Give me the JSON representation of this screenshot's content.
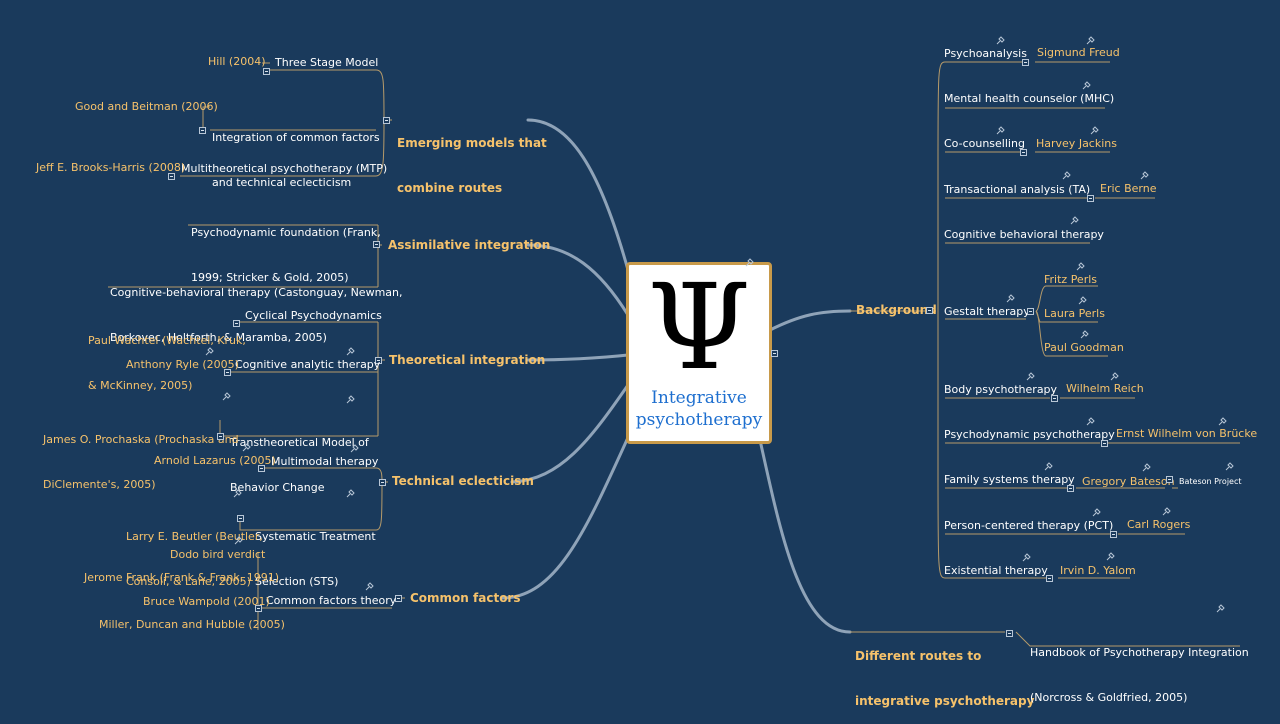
{
  "center": {
    "symbol": "Ψ",
    "title_line1": "Integrative",
    "title_line2": "psychotherapy"
  },
  "left": {
    "emerging": {
      "label_line1": "Emerging models that",
      "label_line2": "combine routes",
      "three_stage": "Three Stage Model",
      "hill": "Hill (2004)",
      "integration_line1": "Integration of common factors",
      "integration_line2": "and technical eclecticism",
      "good_beitman": "Good and Beitman (2006)",
      "mtp": "Multitheoretical psychotherapy (MTP)",
      "brooks_harris": "Jeff E. Brooks-Harris (2008)"
    },
    "assimilative": {
      "label": "Assimilative integration",
      "psychodynamic_line1": "Psychodynamic foundation (Frank,",
      "psychodynamic_line2": "1999; Stricker & Gold, 2005)",
      "cbt_line1": "Cognitive-behavioral therapy (Castonguay, Newman,",
      "cbt_line2": "Borkovec, Holtforth, & Maramba, 2005)"
    },
    "theoretical": {
      "label": "Theoretical integration",
      "cyclical": "Cyclical Psychodynamics",
      "wachtel_line1": "Paul Wachtel (Wachtel, Kruk,",
      "wachtel_line2": "& McKinney, 2005)",
      "cat": "Cognitive analytic therapy",
      "ryle": "Anthony Ryle (2005)",
      "ttm_line1": "Transtheoretical Model of",
      "ttm_line2": "Behavior Change",
      "prochaska_line1": "James O. Prochaska (Prochaska and",
      "prochaska_line2": "DiClemente's, 2005)"
    },
    "technical": {
      "label": "Technical eclecticism",
      "multimodal": "Multimodal therapy",
      "lazarus": "Arnold Lazarus (2005)",
      "sts_line1": "Systematic Treatment",
      "sts_line2": "Selection (STS)",
      "beutler_line1": "Larry E. Beutler (Beutler,",
      "beutler_line2": "Consoli, & Lane, 2005)"
    },
    "common": {
      "label": "Common factors",
      "theory": "Common factors theory",
      "dodo": "Dodo bird verdict",
      "jerome": "Jerome Frank (Frank & Frank, 1991)",
      "wampold": "Bruce Wampold (2001)",
      "miller": "Miller, Duncan and Hubble (2005)"
    }
  },
  "right": {
    "background": {
      "label": "Background",
      "psychoanalysis": "Psychoanalysis",
      "freud": "Sigmund Freud",
      "mhc": "Mental health counselor (MHC)",
      "cocounselling": "Co-counselling",
      "jackins": "Harvey Jackins",
      "ta": "Transactional analysis (TA)",
      "berne": "Eric Berne",
      "cbt": "Cognitive behavioral therapy",
      "gestalt": "Gestalt therapy",
      "fritz": "Fritz Perls",
      "laura": "Laura Perls",
      "goodman": "Paul Goodman",
      "body": "Body psychotherapy",
      "reich": "Wilhelm Reich",
      "psychodynamic": "Psychodynamic psychotherapy",
      "brucke": "Ernst Wilhelm von Brücke",
      "family": "Family systems therapy",
      "bateson": "Gregory Bateson",
      "bateson_project": "Bateson Project",
      "pct": "Person-centered therapy (PCT)",
      "rogers": "Carl Rogers",
      "existential": "Existential therapy",
      "yalom": "Irvin D. Yalom"
    },
    "routes": {
      "label_line1": "Different routes to",
      "label_line2": "integrative psychotherapy",
      "handbook_line1": "Handbook of Psychotherapy Integration",
      "handbook_line2": "(Norcross & Goldfried, 2005)"
    }
  },
  "colors": {
    "background": "#1a3a5c",
    "branch": "#8fa3b8",
    "subline": "#b59a6a",
    "topic_text": "#f6c26b",
    "node_text": "#ffffff",
    "center_title": "#1e6fcf",
    "center_border": "#c89a4a"
  }
}
